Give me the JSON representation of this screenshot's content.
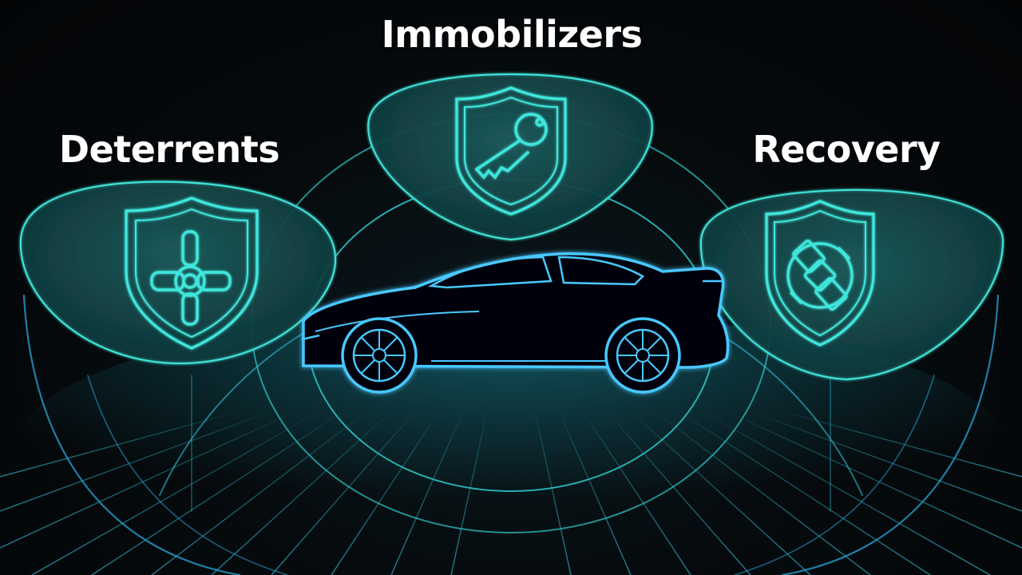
{
  "labels": {
    "deterrents": "Deterrents",
    "immobilizers": "Immobilizers",
    "recovery": "Recovery"
  },
  "icons": {
    "deterrents": "steering-wheel-lock-icon",
    "immobilizers": "key-icon",
    "recovery": "gps-tracker-satellite-icon"
  },
  "colors": {
    "background": "#05080b",
    "accent": "#2fd6d0",
    "glow": "#46c8ff",
    "label_text": "#ffffff"
  }
}
